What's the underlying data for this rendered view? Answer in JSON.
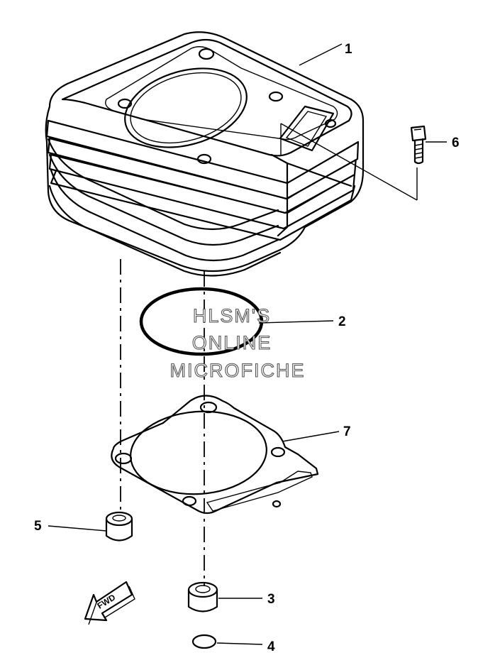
{
  "callouts": [
    {
      "number": "1",
      "part": "cylinder"
    },
    {
      "number": "2",
      "part": "o-ring"
    },
    {
      "number": "3",
      "part": "dowel-pin"
    },
    {
      "number": "4",
      "part": "o-ring-small"
    },
    {
      "number": "5",
      "part": "dowel-pin"
    },
    {
      "number": "6",
      "part": "bolt"
    },
    {
      "number": "7",
      "part": "cylinder-gasket"
    }
  ],
  "watermark": {
    "line1": "HLSM'S",
    "line2": "ONLINE",
    "line3": "MICROFICHE"
  },
  "direction_badge": "FWD",
  "colors": {
    "line": "#000000",
    "background": "#ffffff",
    "watermark_outline": "#555555"
  }
}
